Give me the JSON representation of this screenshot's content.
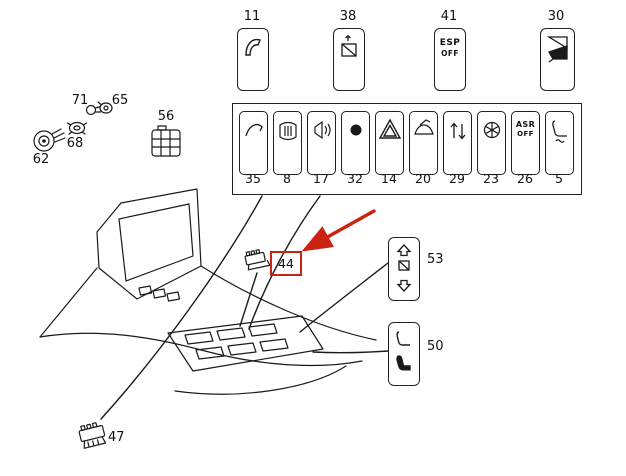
{
  "colors": {
    "ink": "#1a1a1a",
    "highlight": "#cc2211"
  },
  "top_switches": [
    {
      "number": "11",
      "icon": "trunk-release"
    },
    {
      "number": "38",
      "icon": "power-window"
    },
    {
      "number": "41",
      "icon": "esp-off",
      "line1": "ESP",
      "line2": "OFF"
    },
    {
      "number": "30",
      "icon": "roller-blind"
    }
  ],
  "panel": {
    "switches": [
      {
        "number": "35",
        "icon": "soft-top"
      },
      {
        "number": "8",
        "icon": "rear-defrost"
      },
      {
        "number": "17",
        "icon": "horn"
      },
      {
        "number": "32",
        "icon": "blank-plug"
      },
      {
        "number": "14",
        "icon": "hazard-warning"
      },
      {
        "number": "20",
        "icon": "sunroof"
      },
      {
        "number": "29",
        "icon": "air-recirculation"
      },
      {
        "number": "23",
        "icon": "blower-fan"
      },
      {
        "number": "26",
        "icon": "asr-off",
        "line1": "ASR",
        "line2": "OFF"
      },
      {
        "number": "5",
        "icon": "seat-heating"
      }
    ]
  },
  "left_parts": [
    {
      "number": "62",
      "icon": "bulb-socket"
    },
    {
      "number": "68",
      "icon": "ridged-washer"
    },
    {
      "number": "71",
      "icon": "bulb"
    },
    {
      "number": "65",
      "icon": "socket"
    },
    {
      "number": "56",
      "icon": "connector-block"
    }
  ],
  "callout": {
    "number": "44"
  },
  "right_switches": [
    {
      "number": "53",
      "icon": "window-lifter"
    },
    {
      "number": "50",
      "icon": "seat-adjustment"
    }
  ],
  "bottom_part": {
    "number": "47",
    "icon": "switch-with-connector"
  }
}
